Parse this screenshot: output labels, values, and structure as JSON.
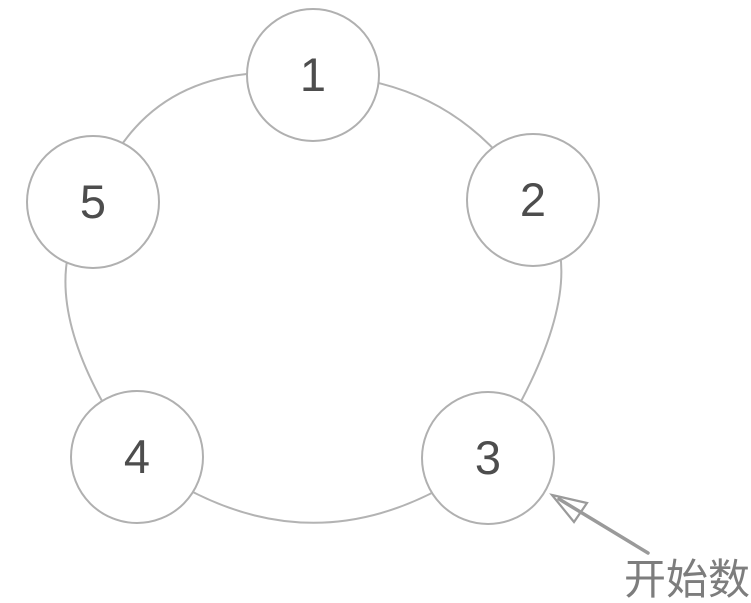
{
  "diagram": {
    "type": "circular-counting-ring",
    "nodes": [
      {
        "id": 1,
        "label": "1"
      },
      {
        "id": 2,
        "label": "2"
      },
      {
        "id": 3,
        "label": "3"
      },
      {
        "id": 4,
        "label": "4"
      },
      {
        "id": 5,
        "label": "5"
      }
    ],
    "annotation": {
      "text": "开始数",
      "points_to_node": "3",
      "arrow_style": "open-head"
    },
    "colors": {
      "ring_stroke": "#b3b3b3",
      "node_stroke": "#b0b0b0",
      "node_fill": "#ffffff",
      "number_text": "#4d4d4d",
      "arrow": "#9a9a9a",
      "annotation_text": "#7d7d7d"
    }
  }
}
